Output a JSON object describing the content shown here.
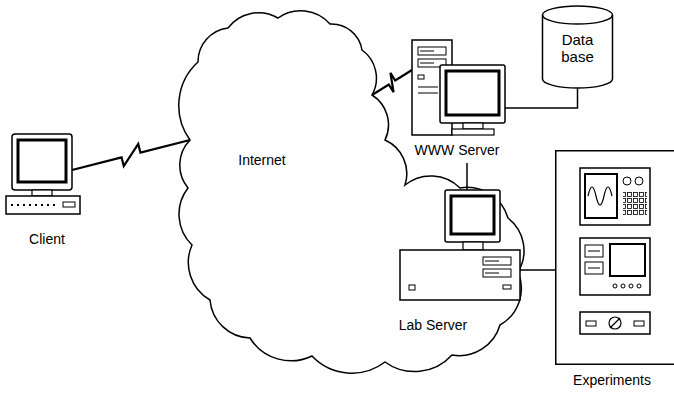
{
  "diagram": {
    "nodes": [
      {
        "text": [
          "Client"
        ]
      },
      {
        "text": [
          "Internet"
        ]
      },
      {
        "text": [
          "WWW Server"
        ]
      },
      {
        "text": [
          "Data base"
        ]
      },
      {
        "text": [
          "Lab Server"
        ]
      },
      {
        "text": [
          "Experiments"
        ]
      }
    ],
    "edges": [
      {
        "from": 0,
        "to": 1,
        "arrow": "none"
      },
      {
        "from": 1,
        "to": 2,
        "arrow": "none"
      },
      {
        "from": 2,
        "to": 3,
        "arrow": "none"
      },
      {
        "from": 2,
        "to": 4,
        "arrow": "none"
      },
      {
        "from": 4,
        "to": 5,
        "arrow": "none"
      }
    ]
  }
}
